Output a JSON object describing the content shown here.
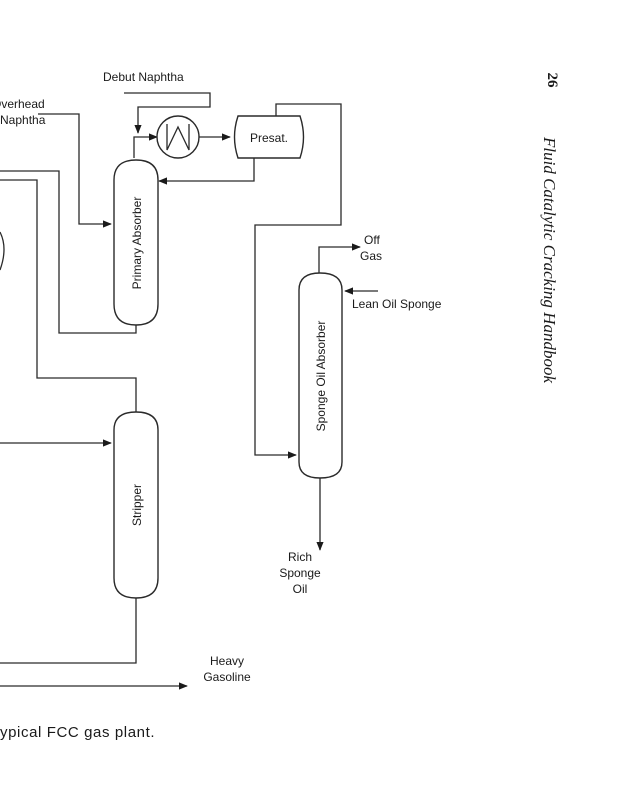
{
  "page": {
    "page_number": "26",
    "running_title": "Fluid Catalytic Cracking Handbook",
    "caption": "ypical FCC gas plant."
  },
  "equipment": {
    "primary_absorber": "Primary Absorber",
    "presat": "Presat.",
    "sponge_oil_absorber": "Sponge Oil Absorber",
    "stripper": "Stripper",
    "cooler": "heat-exchanger"
  },
  "streams": {
    "debut_naphtha": "Debut Naphtha",
    "overhead_naphtha_line1": "Overhead",
    "overhead_naphtha_line2": "Naphtha",
    "off_gas_line1": "Off",
    "off_gas_line2": "Gas",
    "lean_oil_sponge": "Lean Oil Sponge",
    "rich_sponge_oil_line1": "Rich",
    "rich_sponge_oil_line2": "Sponge",
    "rich_sponge_oil_line3": "Oil",
    "heavy_gasoline_line1": "Heavy",
    "heavy_gasoline_line2": "Gasoline"
  }
}
